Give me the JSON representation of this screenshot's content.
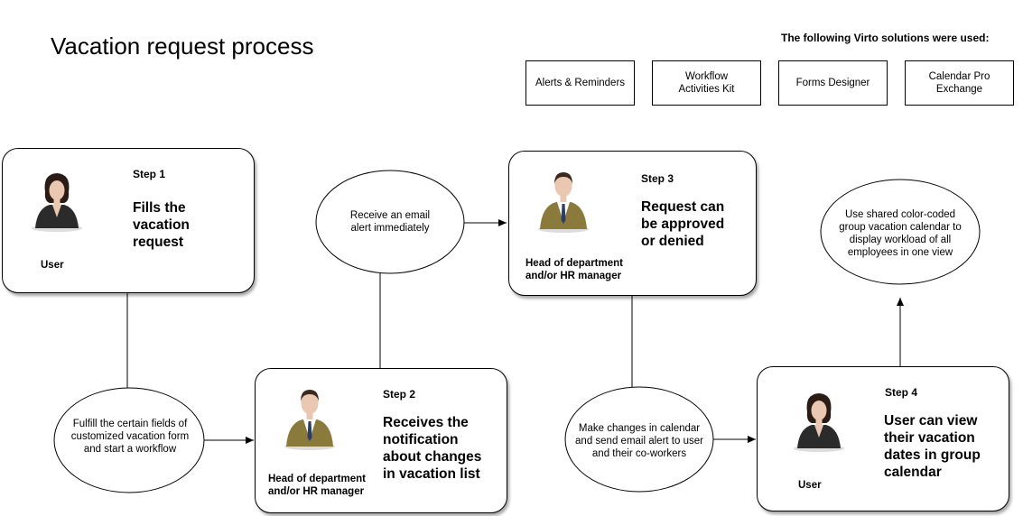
{
  "title": "Vacation request process",
  "solutions": {
    "heading": "The following Virto solutions were used:",
    "items": [
      "Alerts & Reminders",
      "Workflow Activities Kit",
      "Forms Designer",
      "Calendar Pro Exchange"
    ]
  },
  "steps": [
    {
      "label": "Step 1",
      "description": "Fills the vacation request",
      "role": "User",
      "avatar": "female-user-icon"
    },
    {
      "label": "Step 2",
      "description": "Receives the notification about changes in vacation list",
      "role": "Head of department and/or HR manager",
      "avatar": "male-manager-icon"
    },
    {
      "label": "Step 3",
      "description": "Request can be approved or denied",
      "role": "Head of department and/or HR manager",
      "avatar": "male-manager-icon"
    },
    {
      "label": "Step 4",
      "description": "User can view their vacation dates in group calendar",
      "role": "User",
      "avatar": "female-user-icon"
    }
  ],
  "actions": [
    "Fulfill the certain fields of customized vacation form and start a workflow",
    "Receive an email alert immediately",
    "Make changes in calendar and send email alert to user and their co-workers",
    "Use shared color-coded group vacation calendar to display workload of all employees in one view"
  ],
  "colors": {
    "border": "#000000",
    "suit_male": "#8a7a3c",
    "suit_female": "#2b2b2b",
    "skin": "#e9c7b0"
  }
}
